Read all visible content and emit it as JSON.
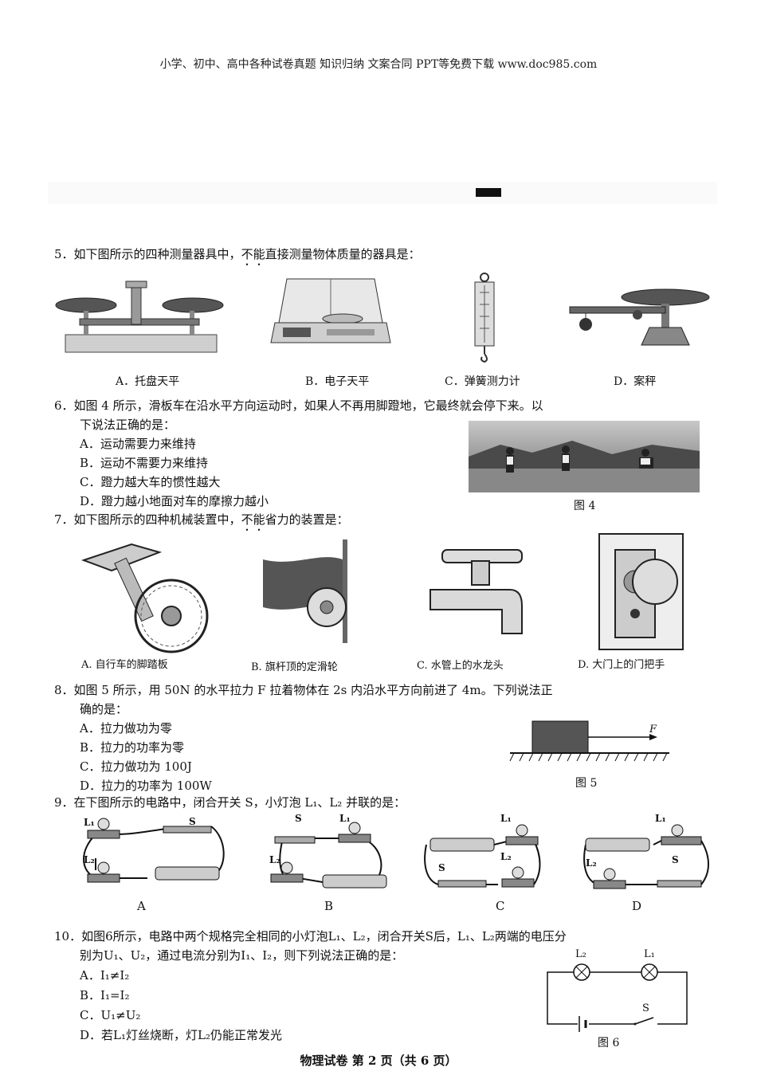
{
  "header": "小学、初中、高中各种试卷真题 知识归纳 文案合同 PPT等免费下载 www.doc985.com",
  "footer": "物理试卷   第 2 页（共 6 页）",
  "q5": {
    "num": "5．",
    "pre": "如下图所示的四种测量器具中，",
    "emph": "不能",
    "post": "直接测量物体质量的器具是：",
    "options": [
      "A．托盘天平",
      "B．电子天平",
      "C．弹簧测力计",
      "D．案秤"
    ]
  },
  "q6": {
    "line1": "6．如图 4 所示，滑板车在沿水平方向运动时，如果人不再用脚蹬地，它最终就会停下来。以",
    "line2": "下说法正确的是：",
    "options": [
      "A．运动需要力来维持",
      "B．运动不需要力来维持",
      "C．蹬力越大车的惯性越大",
      "D．蹬力越小地面对车的摩擦力越小"
    ],
    "figure": "图 4"
  },
  "q7": {
    "num": "7．",
    "pre": "如下图所示的四种机械装置中，",
    "emph": "不能",
    "post": "省力的装置是：",
    "options": [
      "A. 自行车的脚踏板",
      "B. 旗杆顶的定滑轮",
      "C. 水管上的水龙头",
      "D. 大门上的门把手"
    ]
  },
  "q8": {
    "line1": "8．如图 5 所示，用 50N 的水平拉力 F 拉着物体在 2s 内沿水平方向前进了 4m。下列说法正",
    "line2": "确的是：",
    "options": [
      "A．拉力做功为零",
      "B．拉力的功率为零",
      "C．拉力做功为 100J",
      "D．拉力的功率为 100W"
    ],
    "figure": "图 5",
    "force_label": "F"
  },
  "q9": {
    "text": "9．在下图所示的电路中，闭合开关 S，小灯泡 L₁、L₂ 并联的是：",
    "labels": [
      "A",
      "B",
      "C",
      "D"
    ],
    "l1": "L₁",
    "l2": "L₂",
    "s": "S"
  },
  "q10": {
    "line1": "10．如图6所示，电路中两个规格完全相同的小灯泡L₁、L₂，闭合开关S后，L₁、L₂两端的电压分",
    "line2": "别为U₁、U₂，通过电流分别为I₁、I₂，则下列说法正确的是：",
    "options": [
      "A．I₁≠I₂",
      "B．I₁=I₂",
      "C．U₁≠U₂",
      "D．若L₁灯丝烧断，灯L₂仍能正常发光"
    ],
    "figure": "图 6",
    "l1": "L₁",
    "l2": "L₂",
    "s": "S"
  }
}
